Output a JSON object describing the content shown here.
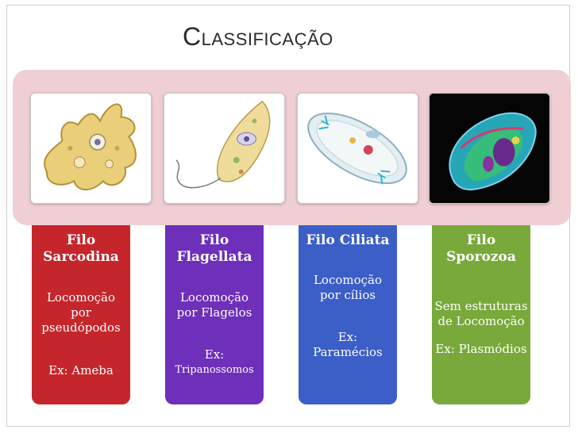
{
  "slide": {
    "title": "Classificação"
  },
  "colors": {
    "band": "#efcfd4",
    "sarcodina": "#c4262c",
    "flagellata": "#6e2fba",
    "ciliata": "#3b5ec7",
    "sporozoa": "#79a93a"
  },
  "groups": [
    {
      "name_line1": "Filo",
      "name_line2": "Sarcodina",
      "desc_line1": "Locomoção",
      "desc_line2": "por",
      "desc_line3": "pseudópodos",
      "example": "Ex: Ameba",
      "image": "amoeba-illustration"
    },
    {
      "name_line1": "Filo",
      "name_line2": "Flagellata",
      "desc_line1": "Locomoção",
      "desc_line2": "por Flagelos",
      "example_line1": "Ex:",
      "example_line2": "Tripanossomos",
      "image": "flagellate-illustration"
    },
    {
      "name": "Filo Ciliata",
      "desc_line1": "Locomoção",
      "desc_line2": "por cílios",
      "example_line1": "Ex:",
      "example_line2": "Paramécios",
      "image": "paramecium-illustration"
    },
    {
      "name_line1": "Filo",
      "name_line2": "Sporozoa",
      "desc_line1": "Sem estruturas",
      "desc_line2": "de Locomoção",
      "example": "Ex: Plasmódios",
      "image": "plasmodium-illustration"
    }
  ]
}
